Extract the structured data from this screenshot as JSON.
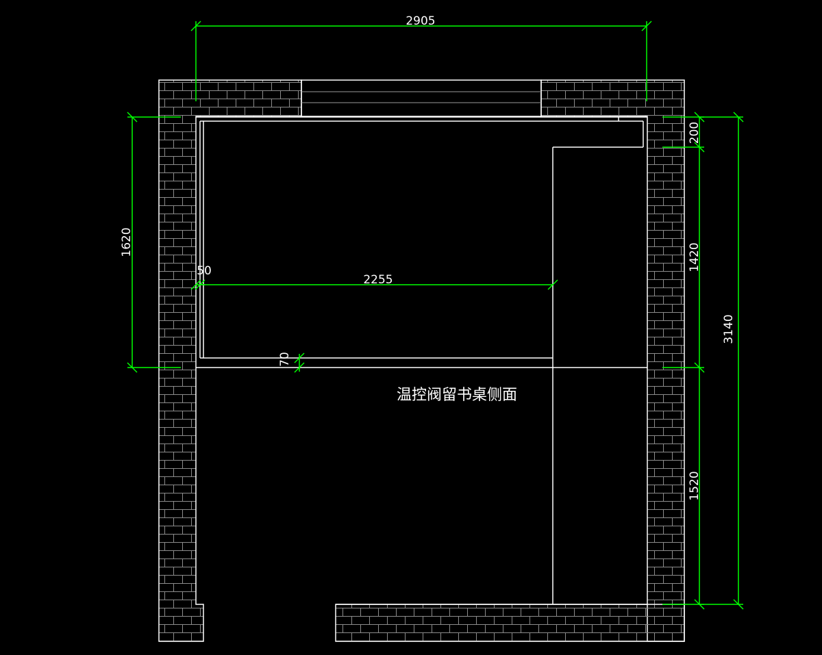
{
  "colors": {
    "background": "#000000",
    "wall_line": "#ffffff",
    "brick_line": "#9a9a9a",
    "dimension_line": "#00ff00",
    "text": "#ffffff"
  },
  "title": "温控阀留书桌侧面",
  "dimensions": {
    "overall_width": "2905",
    "inner_width": "2255",
    "side_gap": "50",
    "desk_thickness": "70",
    "left_height": "1620",
    "top_offset": "200",
    "upper_height": "1420",
    "lower_height": "1520",
    "total_height": "3140"
  }
}
